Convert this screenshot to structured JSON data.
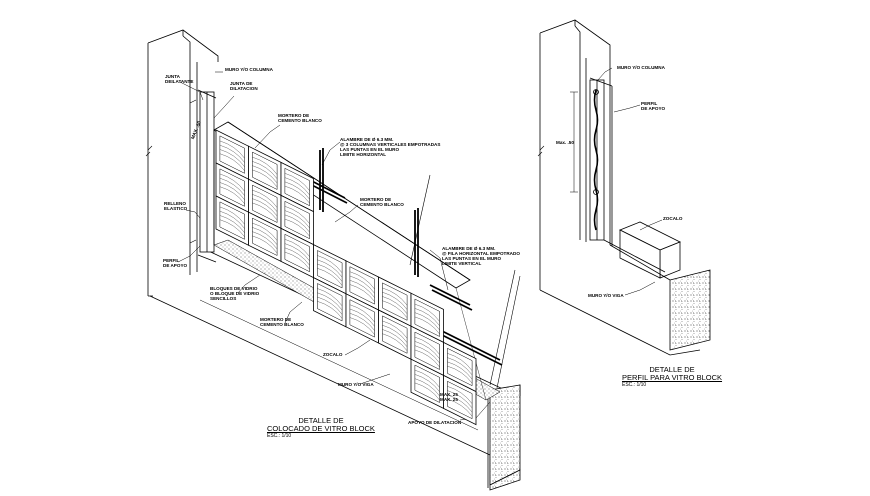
{
  "labels": {
    "junta_dilatante": [
      "JUNTA",
      "DEILATANTE"
    ],
    "junta_dilatacion": [
      "JUNTA DE",
      "DILATACION"
    ],
    "muro_columna_left": "MURO Y/O COLUMNA",
    "mortero_top": [
      "MORTERO DE",
      "CEMENTO BLANCO"
    ],
    "alambre_vertical": [
      "ALAMBRE DE Ø 6.3 mm.",
      "@ 3 COLUMNAS VERTICALES EMPOTRADAS",
      "LAS PUNTAS EN EL MURO",
      "LIMITE HORIZONTAL"
    ],
    "mortero_mid": [
      "MORTERO DE",
      "CEMENTO BLANCO"
    ],
    "relleno_elastico": [
      "RELLENO",
      "ELASTICO"
    ],
    "perfil_apoyo_left": [
      "PERFIL",
      "DE APOYO"
    ],
    "alambre_horizontal": [
      "ALAMBRE DE Ø 6.3 mm.",
      "@ FILA HORIZONTAL EMPOTRADO",
      "LAS PUNTAS EN EL MURO",
      "LIMITE VERTICAL"
    ],
    "bloques_vidrio": [
      "BLOQUES DE VIDRIO",
      "O BLOQUE DE VIDRIO",
      "SENCILLOS"
    ],
    "mortero_low": [
      "MORTERO DE",
      "CEMENTO BLANCO"
    ],
    "zocalo_left": "ZOCALO",
    "muro_viga": "MURO Y/O VIGA",
    "max_dims": [
      "MAX. 25",
      "MAX. 25"
    ],
    "apoyo_dilatacion": "APOYO DE DILATACION",
    "muro_columna_right": "MURO Y/O COLUMNA",
    "perfil_apoyo_right": [
      "PERFIL",
      "DE APOYO"
    ],
    "max_dim_right": "Max. .50",
    "zocalo_right": "ZOCALO",
    "muro_viga_right": "MURO Y/O VIGA",
    "max_left_vertical": "MAX. .50"
  },
  "titles": {
    "left": {
      "line1": "DETALLE DE",
      "line2": "COLOCADO DE VITRO BLOCK",
      "scale": "ESC.: 1/10"
    },
    "right": {
      "line1": "DETALLE DE",
      "line2": "PERFIL PARA VITRO BLOCK",
      "scale": "ESC.: 1/10"
    }
  }
}
